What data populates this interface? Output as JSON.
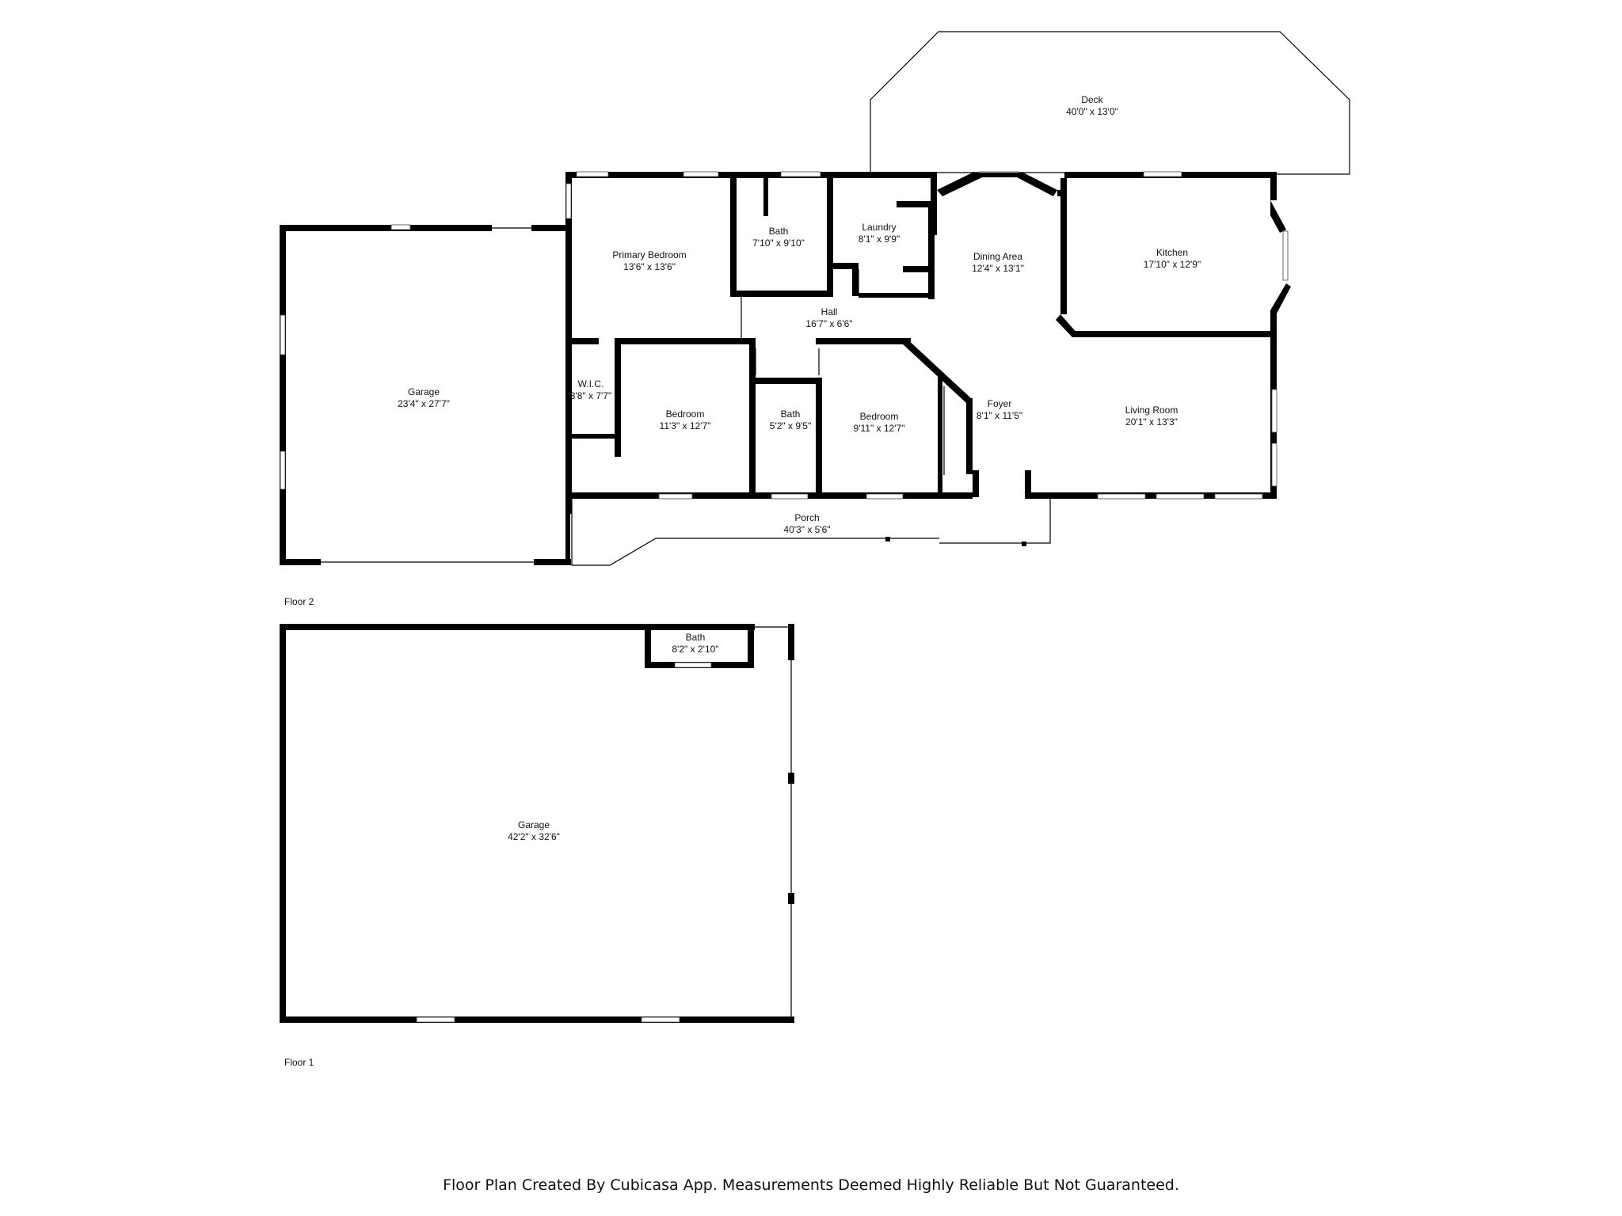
{
  "floors": [
    {
      "label": "Floor 2",
      "rooms": [
        {
          "id": "deck",
          "name": "Deck",
          "dims": "40'0\" x 13'0\""
        },
        {
          "id": "primary-bedroom",
          "name": "Primary Bedroom",
          "dims": "13'6\" x 13'6\""
        },
        {
          "id": "bath-1",
          "name": "Bath",
          "dims": "7'10\" x 9'10\""
        },
        {
          "id": "laundry",
          "name": "Laundry",
          "dims": "8'1\" x 9'9\""
        },
        {
          "id": "dining-area",
          "name": "Dining Area",
          "dims": "12'4\" x 13'1\""
        },
        {
          "id": "kitchen",
          "name": "Kitchen",
          "dims": "17'10\" x 12'9\""
        },
        {
          "id": "hall",
          "name": "Hall",
          "dims": "16'7\" x 6'6\""
        },
        {
          "id": "garage-2",
          "name": "Garage",
          "dims": "23'4\" x 27'7\""
        },
        {
          "id": "wic",
          "name": "W.I.C.",
          "dims": "3'8\" x 7'7\""
        },
        {
          "id": "bedroom-1",
          "name": "Bedroom",
          "dims": "11'3\" x 12'7\""
        },
        {
          "id": "bath-2",
          "name": "Bath",
          "dims": "5'2\" x 9'5\""
        },
        {
          "id": "bedroom-2",
          "name": "Bedroom",
          "dims": "9'11\" x 12'7\""
        },
        {
          "id": "foyer",
          "name": "Foyer",
          "dims": "8'1\" x 11'5\""
        },
        {
          "id": "living-room",
          "name": "Living Room",
          "dims": "20'1\" x 13'3\""
        },
        {
          "id": "porch",
          "name": "Porch",
          "dims": "40'3\" x 5'6\""
        }
      ]
    },
    {
      "label": "Floor 1",
      "rooms": [
        {
          "id": "bath-3",
          "name": "Bath",
          "dims": "8'2\" x 2'10\""
        },
        {
          "id": "garage-1",
          "name": "Garage",
          "dims": "42'2\" x 32'6\""
        }
      ]
    }
  ],
  "footer": "Floor Plan Created By Cubicasa App. Measurements Deemed Highly Reliable But Not Guaranteed."
}
